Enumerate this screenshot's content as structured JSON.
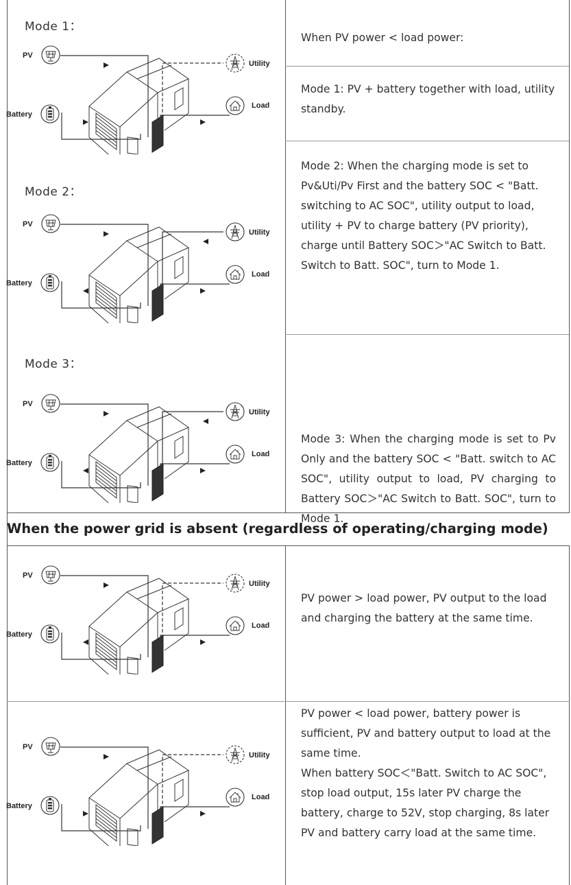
{
  "rows": [
    {
      "mode_label": "Mode 1：",
      "descriptions": [
        "When PV power < load power:",
        "Mode 1: PV + battery together with load, utility standby."
      ]
    },
    {
      "mode_label": "Mode 2：",
      "description": "Mode 2: When the charging mode is set to Pv&Uti/Pv First and the battery SOC < \"Batt. switching to AC SOC\", utility output to load, utility + PV to charge battery (PV priority), charge until Battery SOC＞\"AC Switch to Batt. Switch to Batt. SOC\", turn to Mode 1."
    },
    {
      "mode_label": "Mode 3：",
      "description": "Mode 3: When the charging mode is set to Pv Only and the battery SOC < \"Batt. switch to AC SOC\", utility output to load, PV charging to Battery SOC＞\"AC Switch to Batt. SOC\", turn to Mode 1."
    }
  ],
  "section_heading": "When the power grid is absent (regardless of operating/charging mode)",
  "grid_absent_rows": [
    {
      "description": "PV power > load power, PV output to the load and charging the battery at the same time."
    },
    {
      "description_lines": [
        "PV power < load power, battery power is sufficient, PV and battery output to load at the same time.",
        "When battery SOC＜\"Batt. Switch to AC SOC\", stop load output, 15s later PV charge the battery, charge to 52V, stop charging, 8s later PV and battery carry load at the same time."
      ]
    }
  ],
  "diagram_labels": {
    "pv": "PV",
    "battery": "Battery",
    "utility": "Utility",
    "load": "Load"
  },
  "icons": {
    "pv": "solar-panel-icon",
    "battery": "battery-icon",
    "utility": "power-tower-icon",
    "load": "house-icon"
  },
  "diagrams": [
    {
      "utility": "standby",
      "pv_arrow": "right",
      "battery_arrow": "right",
      "utility_arrow": "none",
      "load_arrow": "right"
    },
    {
      "utility": "active",
      "pv_arrow": "right",
      "battery_arrow": "left",
      "utility_arrow": "left",
      "load_arrow": "right"
    },
    {
      "utility": "active",
      "pv_arrow": "right",
      "battery_arrow": "left",
      "utility_arrow": "left",
      "load_arrow": "right"
    },
    {
      "utility": "absent",
      "pv_arrow": "right",
      "battery_arrow": "left",
      "utility_arrow": "none",
      "load_arrow": "right"
    },
    {
      "utility": "absent",
      "pv_arrow": "right",
      "battery_arrow": "right",
      "utility_arrow": "none",
      "load_arrow": "right"
    }
  ]
}
